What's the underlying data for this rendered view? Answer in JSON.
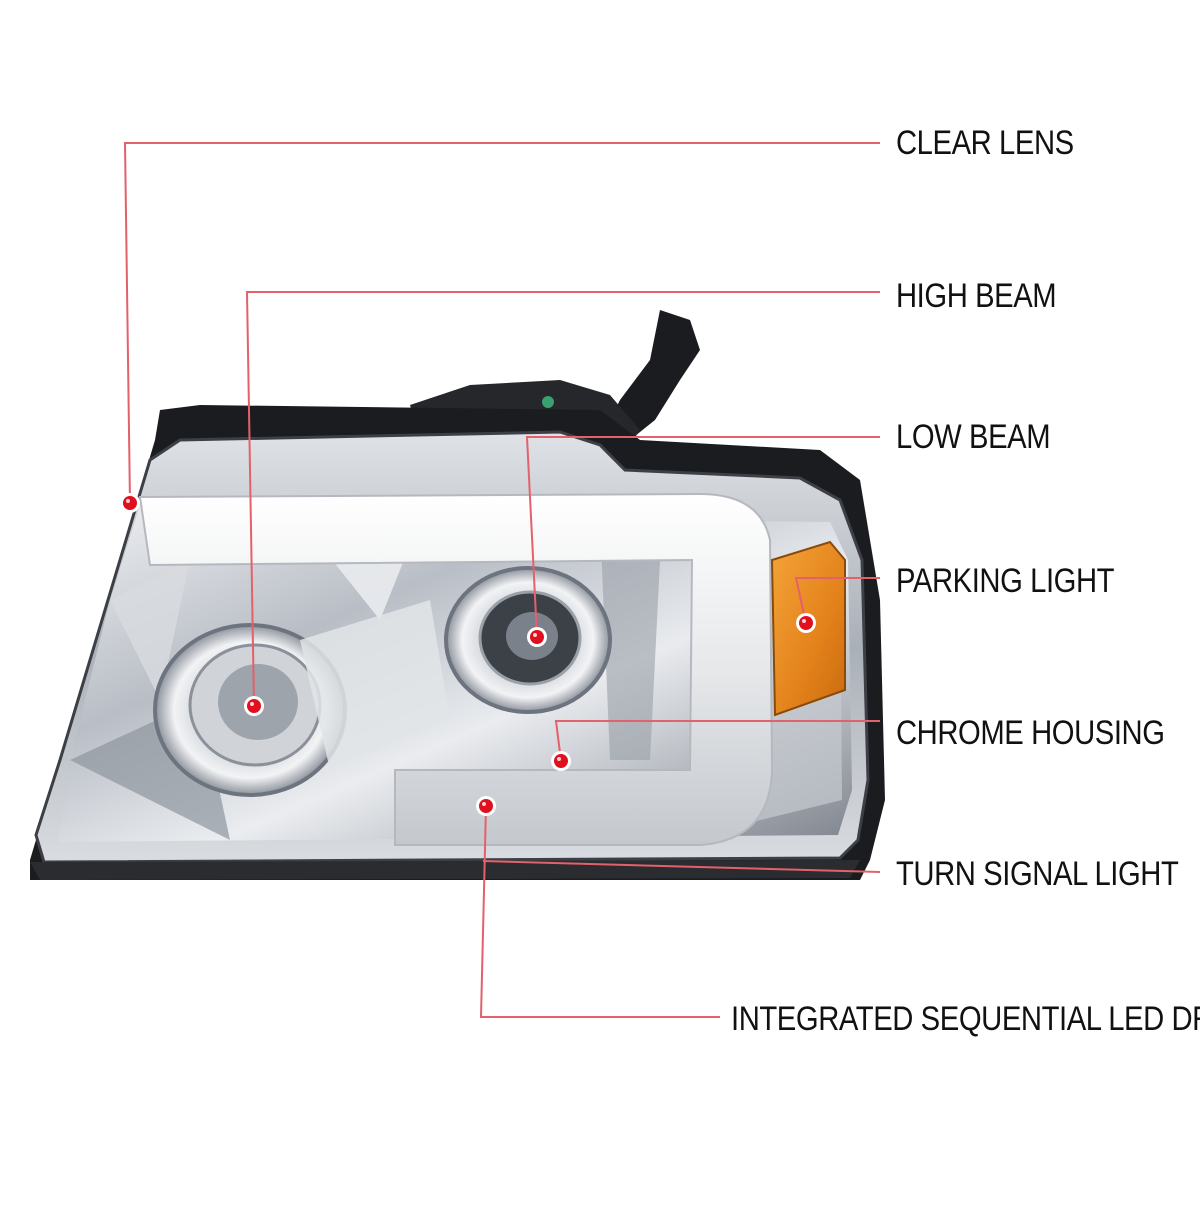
{
  "colors": {
    "leader_line": "#e4606a",
    "marker_dot": "#e0101e",
    "amber": "#e8891e",
    "chrome_light": "#eef0f2",
    "chrome_dark": "#6d7480",
    "housing_black": "#1b1c1f",
    "label_text": "#111111"
  },
  "callouts": [
    {
      "id": "clear-lens",
      "label": "CLEAR LENS"
    },
    {
      "id": "high-beam",
      "label": "HIGH BEAM"
    },
    {
      "id": "low-beam",
      "label": "LOW BEAM"
    },
    {
      "id": "parking-light",
      "label": "PARKING LIGHT"
    },
    {
      "id": "chrome-housing",
      "label": "CHROME HOUSING"
    },
    {
      "id": "turn-signal-light",
      "label": "TURN SIGNAL LIGHT"
    },
    {
      "id": "integrated-sequential-led-drl",
      "label": "INTEGRATED SEQUENTIAL LED DRL"
    }
  ]
}
